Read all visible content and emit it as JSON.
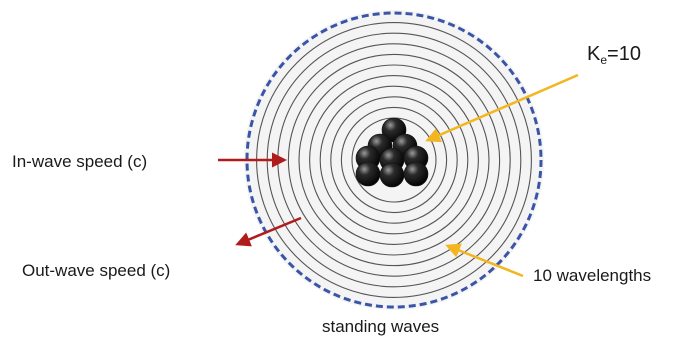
{
  "labels": {
    "in_wave": "In-wave speed (c)",
    "out_wave": "Out-wave speed (c)",
    "wavelengths": "10 wavelengths",
    "standing": "standing waves",
    "ke_main": "K",
    "ke_sub": "e",
    "ke_value": "=10"
  },
  "rings": {
    "count": 10,
    "color": "#555555"
  },
  "boundary": {
    "style": "dashed",
    "color": "#3a55a8"
  },
  "arrows": {
    "in_color": "#b01c1c",
    "out_color": "#b01c1c",
    "pointer_color": "#f3b61f"
  },
  "particles": {
    "count": 9,
    "color": "#111111"
  }
}
